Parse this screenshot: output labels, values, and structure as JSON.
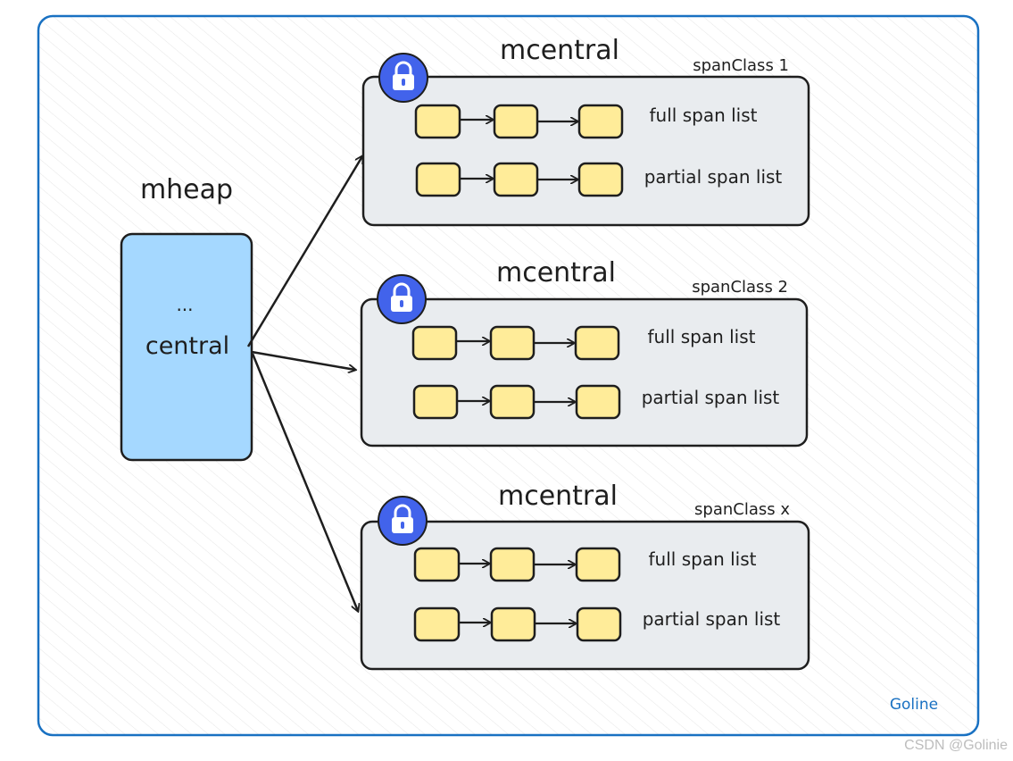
{
  "mheap": {
    "title": "mheap",
    "ellipsis": "...",
    "field": "central"
  },
  "mcentrals": [
    {
      "title": "mcentral",
      "span_class": "spanClass 1",
      "full_label": "full span list",
      "partial_label": "partial span list"
    },
    {
      "title": "mcentral",
      "span_class": "spanClass 2",
      "full_label": "full span list",
      "partial_label": "partial span list"
    },
    {
      "title": "mcentral",
      "span_class": "spanClass x",
      "full_label": "full span list",
      "partial_label": "partial span list"
    }
  ],
  "signature": "Goline",
  "watermark": "CSDN @Golinie",
  "icons": {
    "lock": "lock-icon"
  },
  "colors": {
    "frame_border": "#1971c2",
    "mheap_fill": "#a5d8ff",
    "mcentral_fill": "#e9ecef",
    "span_fill": "#ffec99",
    "lock_fill": "#4263eb",
    "stroke": "#1e1e1e",
    "signature": "#1971c2"
  }
}
